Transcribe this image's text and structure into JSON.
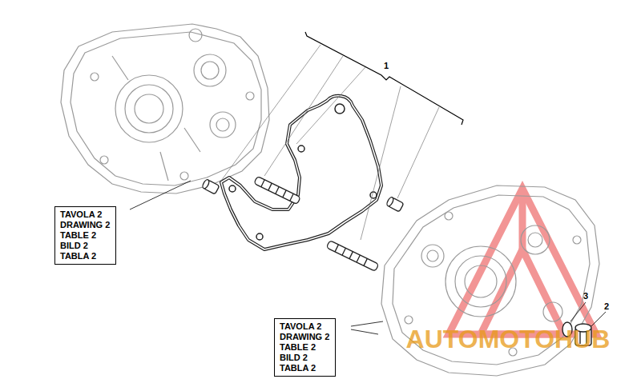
{
  "diagram": {
    "nodes": [
      {
        "text": [
          "TAVOLA 2",
          "DRAWING 2",
          "TABLE 2",
          "BILD 2",
          "TABLA 2"
        ]
      },
      {
        "text": [
          "TAVOLA 2",
          "DRAWING 2",
          "TABLE 2",
          "BILD 2",
          "TABLA 2"
        ]
      }
    ],
    "labels": [
      "1",
      "2",
      "3",
      "AUTOMOTOHUB"
    ]
  }
}
